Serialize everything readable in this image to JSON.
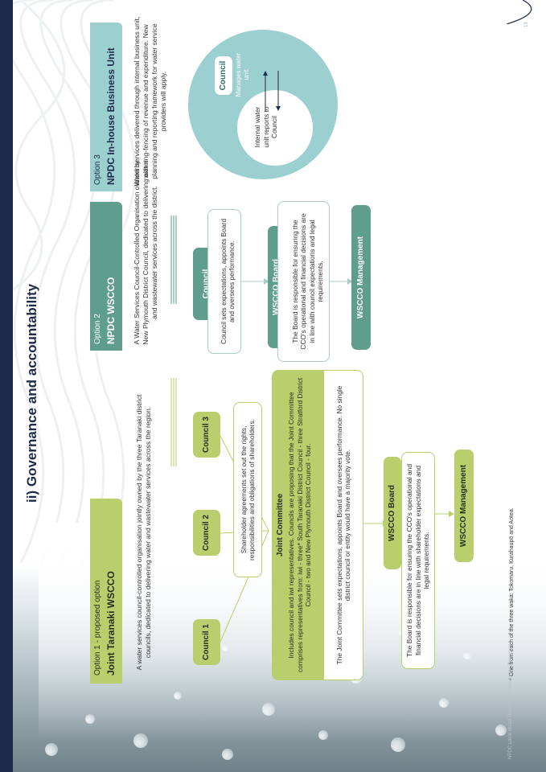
{
  "page": {
    "heading": "ii) Governance and accountability",
    "footer": "NPDC Local Water Done Well Consultation Document",
    "page_number": "19",
    "footnote": "* One from each of the three waka: Tokomaru, Kurahaupō and Aotea."
  },
  "option1": {
    "label": "Option 1 - proposed option",
    "title": "Joint Taranaki WSCCO",
    "description": "A water services council-controlled organisation jointly owned by the three Taranaki district councils, dedicated to delivering water and wastewater services across the region.",
    "councils": [
      "Council 1",
      "Council 2",
      "Council 3"
    ],
    "shareholder_text": "Shareholder agreements set out the rights, responsibilities and obligations of shareholders.",
    "joint_committee_title": "Joint Committee",
    "joint_committee_text": "Includes council and iwi representatives. Councils are proposing that the Joint Committee comprises representatives from: iwi - three* South Taranaki District Council - three  Stratford District Council - two and New Plymouth District Council - four.",
    "joint_committee_text2": "The Joint Committee sets expectations, appoints Board and oversees performance. No single district council or entity would have a majority vote.",
    "board_title": "WSCCO Board",
    "board_text": "The Board is responsible for ensuring the CCO's operational and financial decisions are in line with shareholder expectations and legal requirements.",
    "management_title": "WSCCO Management"
  },
  "option2": {
    "label": "Option 2",
    "title": "NPDC WSCCO",
    "description": "A Water Services Council-Controlled Organisation owned by New Plymouth District Council, dedicated to delivering water and wastewater services across the district.",
    "council_title": "Council",
    "council_text": "Council sets expectations, appoints Board and oversees performance.",
    "board_title": "WSCCO Board",
    "board_text": "The Board is responsible for ensuring the CCO's operational and financial decisions are in line with council expectations and legal requirements.",
    "management_title": "WSCCO Management"
  },
  "option3": {
    "label": "Option 3",
    "title": "NPDC In-house Business Unit",
    "description": "Water services delivered through internal business unit, with ring-fencing of revenue and expenditure. New planning and reporting framework for water service providers will apply.",
    "council_title": "Council",
    "council_sub": "Manages water unit",
    "internal_text": "Internal water unit reports to Council"
  },
  "colors": {
    "option1_accent": "#b9cf6d",
    "option2_accent": "#5f9e8d",
    "option3_accent": "#9ccfcf",
    "heading": "#1d2a4a"
  }
}
